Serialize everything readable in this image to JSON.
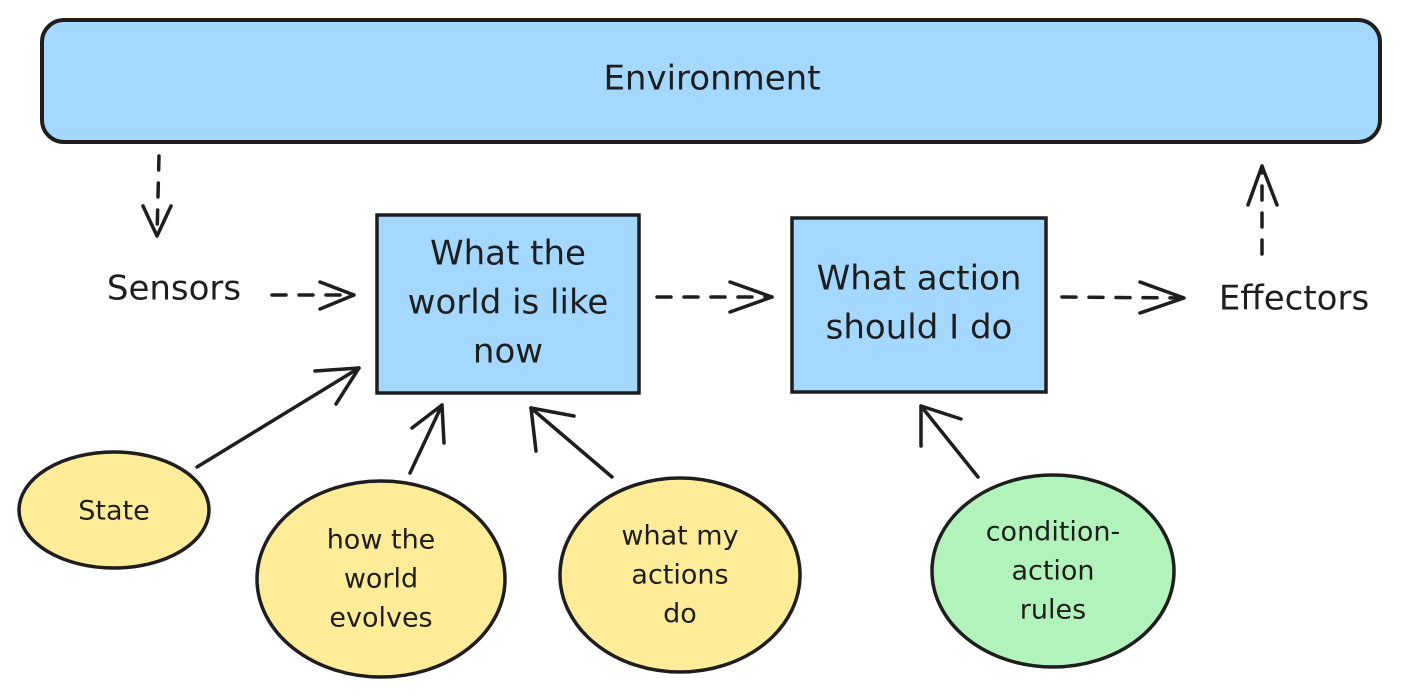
{
  "environment": {
    "label": "Environment"
  },
  "sensors": {
    "label": "Sensors"
  },
  "effectors": {
    "label": "Effectors"
  },
  "boxes": {
    "world_now": {
      "lines": [
        "What the",
        "world is like",
        "now"
      ]
    },
    "action": {
      "lines": [
        "What action",
        "should I do"
      ]
    }
  },
  "ellipses": {
    "state": {
      "lines": [
        "State"
      ]
    },
    "world_evolves": {
      "lines": [
        "how the",
        "world",
        "evolves"
      ]
    },
    "my_actions": {
      "lines": [
        "what my",
        "actions",
        "do"
      ]
    },
    "rules": {
      "lines": [
        "condition-",
        "action",
        "rules"
      ]
    }
  },
  "colors": {
    "environment_fill": "#a5d8ff",
    "box_fill": "#a5d8ff",
    "ellipse_yellow": "#ffec99",
    "ellipse_green": "#b2f2bb",
    "stroke": "#1e1e1e"
  }
}
